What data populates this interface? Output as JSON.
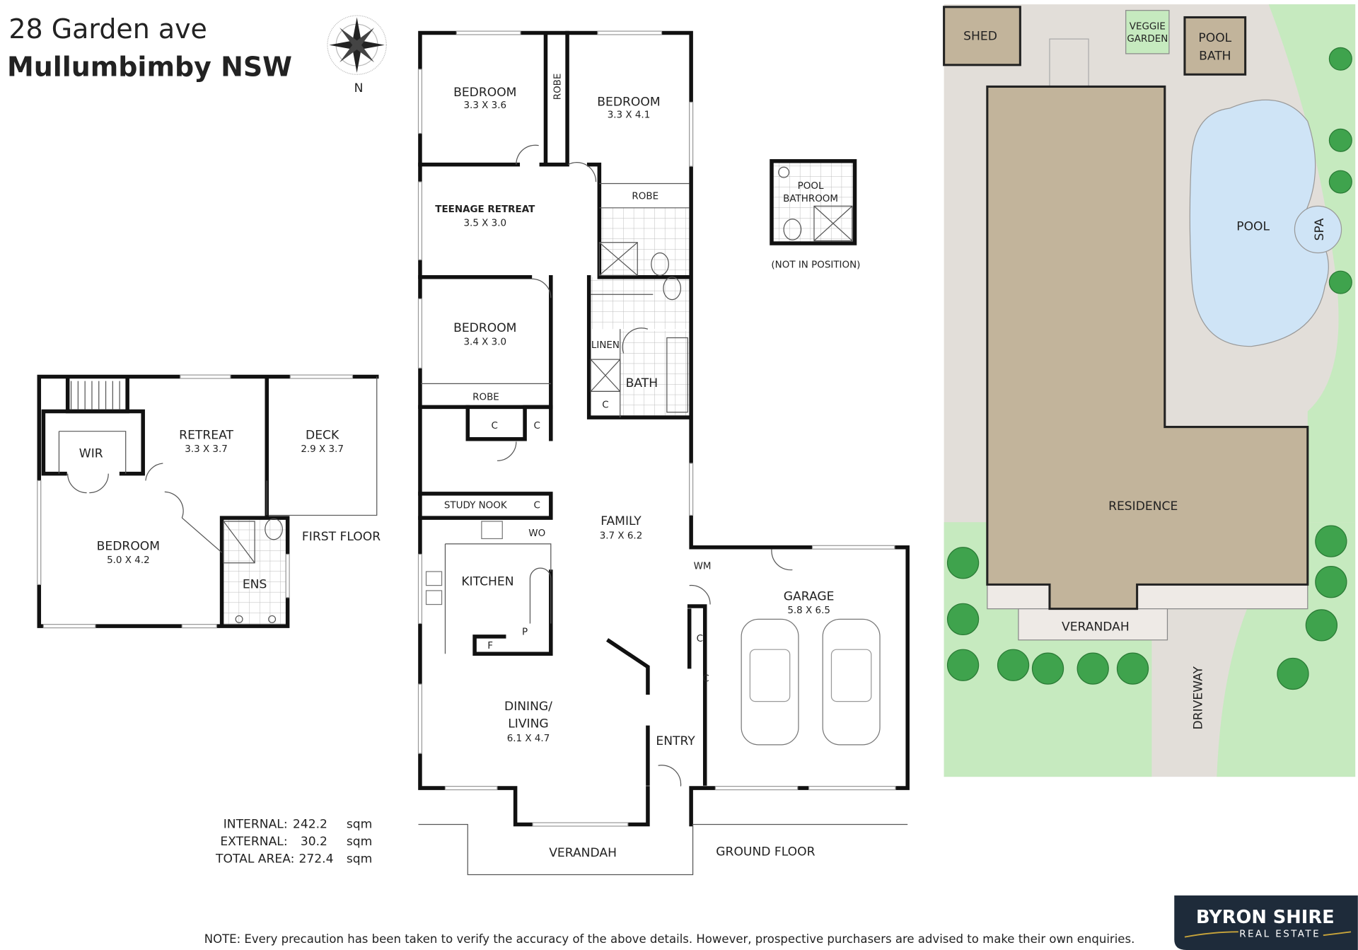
{
  "header": {
    "address_line1": "28 Garden ave",
    "address_line2": "Mullumbimby NSW",
    "compass_label": "N"
  },
  "ground_floor": {
    "title": "GROUND FLOOR",
    "rooms": [
      {
        "name": "BEDROOM",
        "size": "3.3 X 3.6"
      },
      {
        "name": "BEDROOM",
        "size": "3.3 X 4.1"
      },
      {
        "name": "TEENAGE RETREAT",
        "size": "3.5 X 3.0"
      },
      {
        "name": "BEDROOM",
        "size": "3.4 X 3.0"
      },
      {
        "name": "FAMILY",
        "size": "3.7 X 6.2"
      },
      {
        "name": "GARAGE",
        "size": "5.8 X 6.5"
      },
      {
        "name": "DINING/",
        "name2": "LIVING",
        "size": "6.1 X 4.7"
      }
    ],
    "labels": {
      "robe1": "ROBE",
      "robe2": "ROBE",
      "robe3": "ROBE",
      "linen": "LINEN",
      "bath": "BATH",
      "c": "C",
      "study_nook": "STUDY NOOK",
      "wo": "WO",
      "kitchen": "KITCHEN",
      "pantry": "P",
      "fridge": "F",
      "entry": "ENTRY",
      "wm": "WM",
      "verandah": "VERANDAH"
    },
    "pool_bathroom": {
      "name": "POOL",
      "name2": "BATHROOM",
      "note": "(NOT IN POSITION)"
    }
  },
  "first_floor": {
    "title": "FIRST FLOOR",
    "rooms": [
      {
        "name": "WIR"
      },
      {
        "name": "RETREAT",
        "size": "3.3 X 3.7"
      },
      {
        "name": "DECK",
        "size": "2.9 X 3.7"
      },
      {
        "name": "BEDROOM",
        "size": "5.0 X 4.2"
      },
      {
        "name": "ENS"
      }
    ]
  },
  "areas": [
    {
      "label": "INTERNAL:",
      "value": "242.2",
      "unit": "sqm"
    },
    {
      "label": "EXTERNAL:",
      "value": "30.2",
      "unit": "sqm"
    },
    {
      "label": "TOTAL AREA:",
      "value": "272.4",
      "unit": "sqm"
    }
  ],
  "site_plan": {
    "shed": "SHED",
    "veggie": "VEGGIE",
    "garden": "GARDEN",
    "pool_bath1": "POOL",
    "pool_bath2": "BATH",
    "pool": "POOL",
    "spa": "SPA",
    "residence": "RESIDENCE",
    "verandah": "VERANDAH",
    "driveway": "DRIVEWAY"
  },
  "note": "NOTE: Every precaution has been taken to verify the accuracy of the above details. However, prospective purchasers are advised to make their own enquiries.",
  "logo": {
    "line1": "BYRON SHIRE",
    "line2": "REAL ESTATE"
  },
  "colors": {
    "residence": "#c2b49b",
    "lawn": "#c6eabf",
    "pool": "#cfe4f6",
    "paving": "#e2ded9",
    "logo_bg": "#1e2b3a",
    "logo_accent": "#c9a53a"
  }
}
